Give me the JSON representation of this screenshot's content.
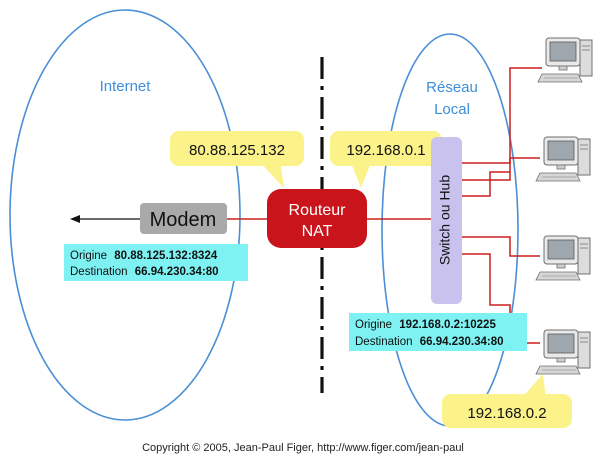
{
  "zones": {
    "internet": {
      "label": "Internet"
    },
    "local": {
      "line1": "Réseau",
      "line2": "Local"
    }
  },
  "devices": {
    "modem": {
      "label": "Modem"
    },
    "router": {
      "line1": "Routeur",
      "line2": "NAT"
    },
    "switch": {
      "label": "Switch ou Hub"
    }
  },
  "callouts": {
    "public_ip": "80.88.125.132",
    "gateway_ip": "192.168.0.1",
    "host_ip": "192.168.0.2"
  },
  "packets": {
    "external": {
      "origin_label": "Origine",
      "origin_value": "80.88.125.132:8324",
      "dest_label": "Destination",
      "dest_value": "66.94.230.34:80"
    },
    "internal": {
      "origin_label": "Origine",
      "origin_value": "192.168.0.2:10225",
      "dest_label": "Destination",
      "dest_value": "66.94.230.34:80"
    }
  },
  "footer": {
    "copyright": "Copyright © 2005, Jean-Paul Figer, http://www.figer.com/jean-paul"
  },
  "colors": {
    "ellipse_stroke": "#4a8fd6",
    "zone_label": "#3b8fd8",
    "router_fill": "#c8141a",
    "modem_fill": "#a9a9a9",
    "switch_fill": "#c9c2ee",
    "callout_fill": "#fbf28a",
    "packet_fill": "#7ef2f2",
    "link_line": "#cc1f1f"
  }
}
